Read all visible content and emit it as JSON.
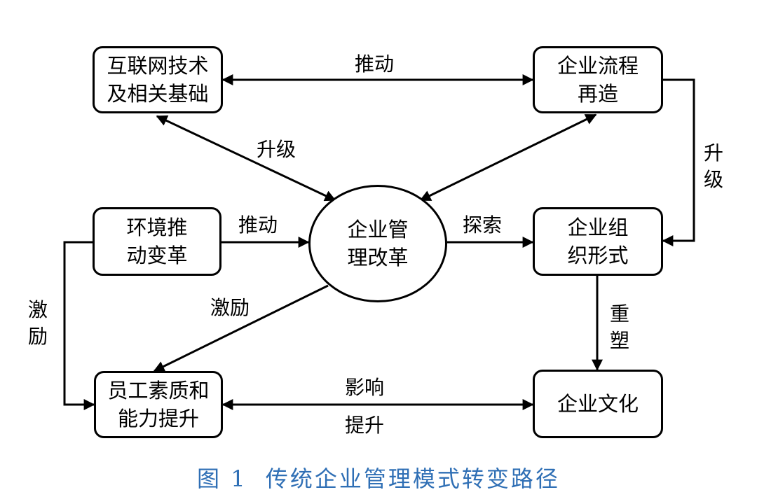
{
  "nodes": {
    "internet": [
      "互联网技术",
      "及相关基础"
    ],
    "process": [
      "企业流程",
      "再造"
    ],
    "environment": [
      "环境推",
      "动变革"
    ],
    "management": [
      "企业管",
      "理改革"
    ],
    "organization": [
      "企业组",
      "织形式"
    ],
    "employee": [
      "员工素质和",
      "能力提升"
    ],
    "culture": [
      "企业文化"
    ]
  },
  "edges": {
    "internet_process": "推动",
    "upgrade_left": "升级",
    "upgrade_right": [
      "升",
      "级"
    ],
    "environment_management": "推动",
    "management_organization": "探索",
    "motivate_center": "激励",
    "motivate_left": [
      "激",
      "励"
    ],
    "reshape": [
      "重",
      "塑"
    ],
    "influence": "影响",
    "improve": "提升"
  },
  "caption": "图 1  传统企业管理模式转变路径",
  "colors": {
    "stroke": "#000000",
    "caption": "#2f6fb5"
  }
}
